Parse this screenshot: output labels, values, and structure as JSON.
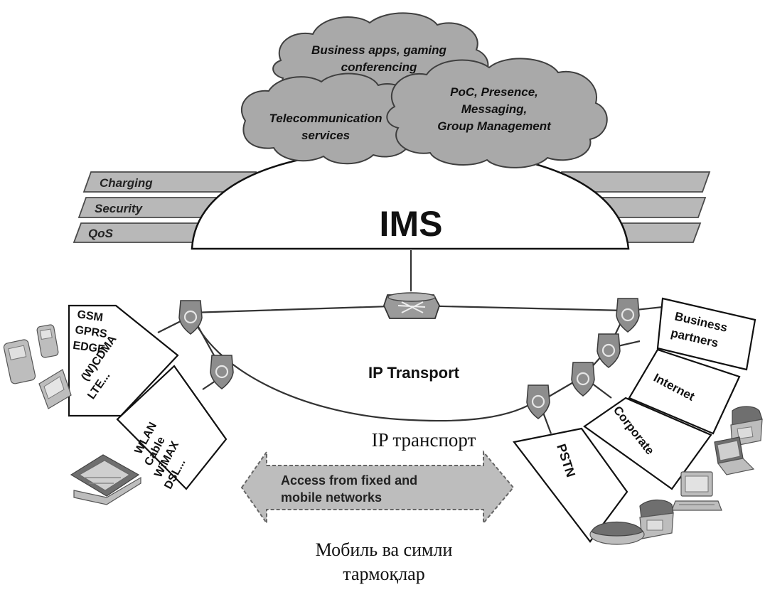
{
  "clouds": {
    "top": [
      "Business apps, gaming",
      "conferencing"
    ],
    "left": [
      "Telecommunication",
      "services"
    ],
    "right": [
      "PoC, Presence,",
      "Messaging,",
      "Group Management"
    ]
  },
  "bands": [
    "Charging",
    "Security",
    "QoS"
  ],
  "ims_label": "IMS",
  "transport_label": "IP Transport",
  "transport_label_uz": "IP транспорт",
  "left_access": {
    "mobile": [
      "GSM",
      "GPRS",
      "EDGE",
      "(W)CDMA",
      "LTE..."
    ],
    "fixed": [
      "WLAN",
      "Cable",
      "WiMAX",
      "DSL..."
    ]
  },
  "right_networks": {
    "business": [
      "Business",
      "partners"
    ],
    "internet": "Internet",
    "corporate": "Corporate",
    "pstn": "PSTN"
  },
  "access_arrow": [
    "Access from fixed and",
    "mobile networks"
  ],
  "caption": [
    "Мобиль ва симли",
    "тармоқлар"
  ],
  "icons": [
    "router-icon",
    "shield-gateway-icon",
    "mobile-phone-icon",
    "laptop-icon",
    "desk-phone-icon",
    "desktop-computer-icon"
  ]
}
